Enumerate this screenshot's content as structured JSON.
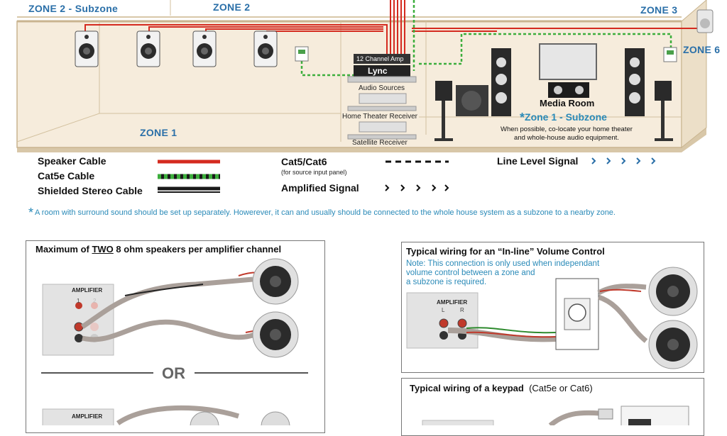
{
  "zones": {
    "zone2_subzone": "ZONE 2 - Subzone",
    "zone2": "ZONE 2",
    "zone3": "ZONE 3",
    "zone6": "ZONE 6",
    "zone1": "ZONE 1",
    "zone1_subzone": "Zone 1 - Subzone"
  },
  "equipment": {
    "amp_label": "12 Channel Amp",
    "amp_brand": "Lync",
    "audio_sources": "Audio Sources",
    "home_theater_receiver": "Home Theater Receiver",
    "satellite_receiver": "Satellite Receiver",
    "media_room": "Media Room",
    "media_note_1": "When possible, co-locate your home theater",
    "media_note_2": "and whole-house audio equipment."
  },
  "legend": {
    "speaker_cable": "Speaker Cable",
    "cat5e_cable": "Cat5e Cable",
    "shielded_stereo": "Shielded Stereo Cable",
    "cat5_cat6": "Cat5/Cat6",
    "cat5_sub": "(for source input panel)",
    "amplified_signal": "Amplified Signal",
    "line_level_signal": "Line Level Signal"
  },
  "note": "A room with surround sound should be set up separately.  Howerever, it can and usually should be connected to the whole house system as a subzone to a nearby zone.",
  "panel_left": {
    "title_pre": "Maximum of ",
    "title_em": "TWO",
    "title_post": " 8 ohm speakers per amplifier channel",
    "amp_title": "AMPLIFIER",
    "ch1": "1",
    "ch2": "2",
    "or": "OR",
    "amp_title_2": "AMPLIFIER"
  },
  "panel_inline": {
    "title": "Typical wiring for an “In-line” Volume Control",
    "note_1": "Note: This connection is only used when independant",
    "note_2": "volume control between a zone and",
    "note_3": "a subzone is required.",
    "amp_title": "AMPLIFIER",
    "l": "L",
    "r": "R"
  },
  "panel_keypad": {
    "title": "Typical wiring of a keypad",
    "title_suffix": "(Cat5e or Cat6)"
  },
  "colors": {
    "speaker_red": "#d42a1f",
    "cat5e_green": "#3cae3c",
    "zone_blue": "#2a6fa8",
    "note_blue": "#2a8ab8",
    "wall_beige": "#f6ecdc"
  }
}
